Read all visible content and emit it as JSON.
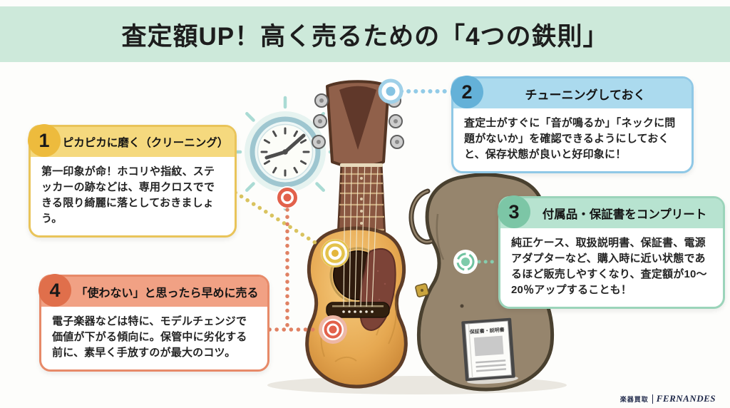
{
  "header": {
    "title": "査定額UP！高く売るための「4つの鉄則」"
  },
  "tips": [
    {
      "number": "1",
      "title": "ピカピカに磨く（クリーニング）",
      "body": "第一印象が命！ホコリや指紋、ステッカーの跡などは、専用クロスでできる限り綺麗に落としておきましょう。",
      "accent": "#edbb3d",
      "band_color": "#f5d97e",
      "border_color": "#e9c45a"
    },
    {
      "number": "2",
      "title": "チューニングしておく",
      "body": "査定士がすぐに「音が鳴るか」「ネックに問題がないか」を確認できるようにしておくと、保存状態が良いと好印象に！",
      "accent": "#64b1d8",
      "band_color": "#abdaee",
      "border_color": "#8fc8e6"
    },
    {
      "number": "3",
      "title": "付属品・保証書をコンプリート",
      "body": "純正ケース、取扱説明書、保証書、電源アダプターなど、購入時に近い状態であるほど販売しやすくなり、査定額が10〜20％アップすることも！",
      "accent": "#7cc6a6",
      "band_color": "#b7e3d0",
      "border_color": "#9bd4ba"
    },
    {
      "number": "4",
      "title": "「使わない」と思ったら早めに売る",
      "body": "電子楽器などは特に、モデルチェンジで価値が下がる傾向に。保管中に劣化する前に、素早く手放すのが最大のコツ。",
      "accent": "#e06f4b",
      "band_color": "#f1a184",
      "border_color": "#e78a69"
    }
  ],
  "illustration": {
    "booklet_label": "保証書・説明書",
    "icons": [
      "clock-icon",
      "acoustic-guitar-icon",
      "guitar-case-icon",
      "warranty-booklet-icon",
      "tip1-target-marker",
      "tip2-target-marker",
      "tip3-target-marker",
      "tip4-target-marker"
    ]
  },
  "colors": {
    "banner_bg": "#cde9da",
    "page_bg": "#fdfdfb",
    "connector_yellow": "#d9c35f",
    "connector_blue": "#92cbe7",
    "connector_green": "#86cdae",
    "connector_red": "#e08163"
  },
  "footer": {
    "brand_left": "楽器買取",
    "brand_name": "FERNANDES"
  }
}
